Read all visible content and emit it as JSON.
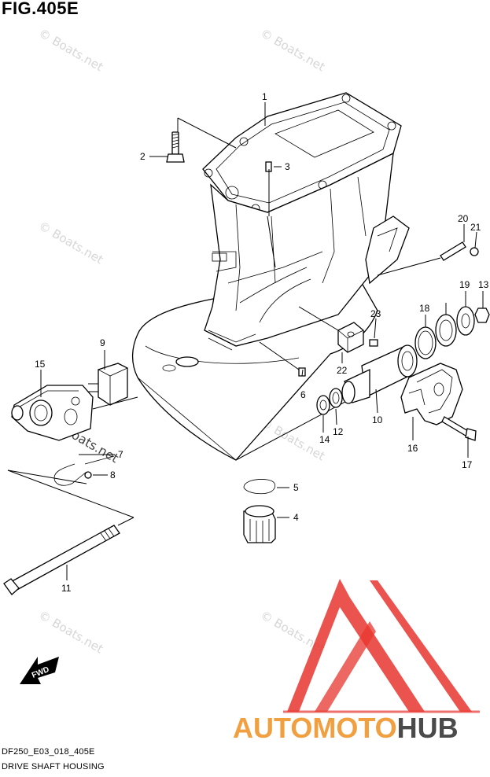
{
  "figure": {
    "title": "FIG.405E",
    "code": "DF250_E03_018_405E",
    "name": "DRIVE SHAFT HOUSING"
  },
  "callouts": [
    "1",
    "2",
    "3",
    "4",
    "5",
    "6",
    "7",
    "8",
    "9",
    "10",
    "11",
    "12",
    "13",
    "14",
    "15",
    "16",
    "17",
    "18",
    "19",
    "20",
    "21",
    "22",
    "23"
  ],
  "watermark": {
    "text": "© Boats.net"
  },
  "direction_label": "FWD",
  "logo": {
    "part1": "AUTOMOTO",
    "part2": "HUB",
    "colors": {
      "triangle": "#e8352f",
      "part1": "#f0a040",
      "part2": "#4a4a4a"
    }
  }
}
